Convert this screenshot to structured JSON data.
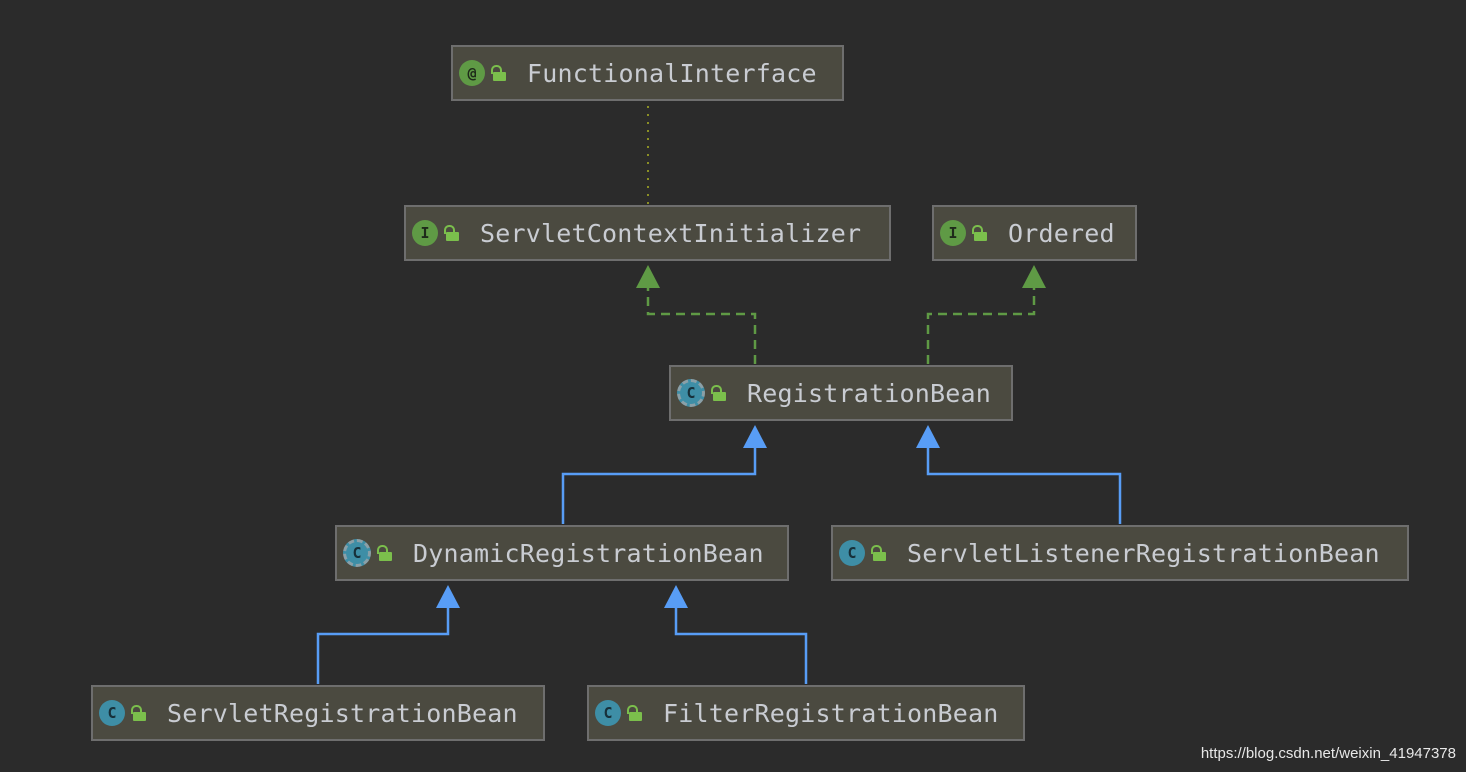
{
  "diagram": {
    "nodes": [
      {
        "id": "functional-interface",
        "label": "FunctionalInterface",
        "kind": "annotation",
        "kind_glyph": "@",
        "access_icon": "unlocked-icon"
      },
      {
        "id": "servlet-context-initializer",
        "label": "ServletContextInitializer",
        "kind": "interface",
        "kind_glyph": "I",
        "access_icon": "unlocked-icon"
      },
      {
        "id": "ordered",
        "label": "Ordered",
        "kind": "interface",
        "kind_glyph": "I",
        "access_icon": "unlocked-icon"
      },
      {
        "id": "registration-bean",
        "label": "RegistrationBean",
        "kind": "abstract-class",
        "kind_glyph": "C",
        "access_icon": "unlocked-icon"
      },
      {
        "id": "dynamic-registration-bean",
        "label": "DynamicRegistrationBean",
        "kind": "abstract-class",
        "kind_glyph": "C",
        "access_icon": "unlocked-icon"
      },
      {
        "id": "servlet-listener-registration-bean",
        "label": "ServletListenerRegistrationBean",
        "kind": "class",
        "kind_glyph": "C",
        "access_icon": "unlocked-icon"
      },
      {
        "id": "servlet-registration-bean",
        "label": "ServletRegistrationBean",
        "kind": "class",
        "kind_glyph": "C",
        "access_icon": "unlocked-icon"
      },
      {
        "id": "filter-registration-bean",
        "label": "FilterRegistrationBean",
        "kind": "class",
        "kind_glyph": "C",
        "access_icon": "unlocked-icon"
      }
    ],
    "edges": [
      {
        "from": "servlet-context-initializer",
        "to": "functional-interface",
        "type": "annotated-by"
      },
      {
        "from": "registration-bean",
        "to": "servlet-context-initializer",
        "type": "implements"
      },
      {
        "from": "registration-bean",
        "to": "ordered",
        "type": "implements"
      },
      {
        "from": "dynamic-registration-bean",
        "to": "registration-bean",
        "type": "extends"
      },
      {
        "from": "servlet-listener-registration-bean",
        "to": "registration-bean",
        "type": "extends"
      },
      {
        "from": "servlet-registration-bean",
        "to": "dynamic-registration-bean",
        "type": "extends"
      },
      {
        "from": "filter-registration-bean",
        "to": "dynamic-registration-bean",
        "type": "extends"
      }
    ],
    "colors": {
      "background": "#2b2b2b",
      "node_fill": "#4b4a40",
      "implements_edge": "#5f9a45",
      "extends_edge": "#589df6",
      "annotation_edge": "#7f8c1f"
    }
  },
  "watermark": "https://blog.csdn.net/weixin_41947378"
}
